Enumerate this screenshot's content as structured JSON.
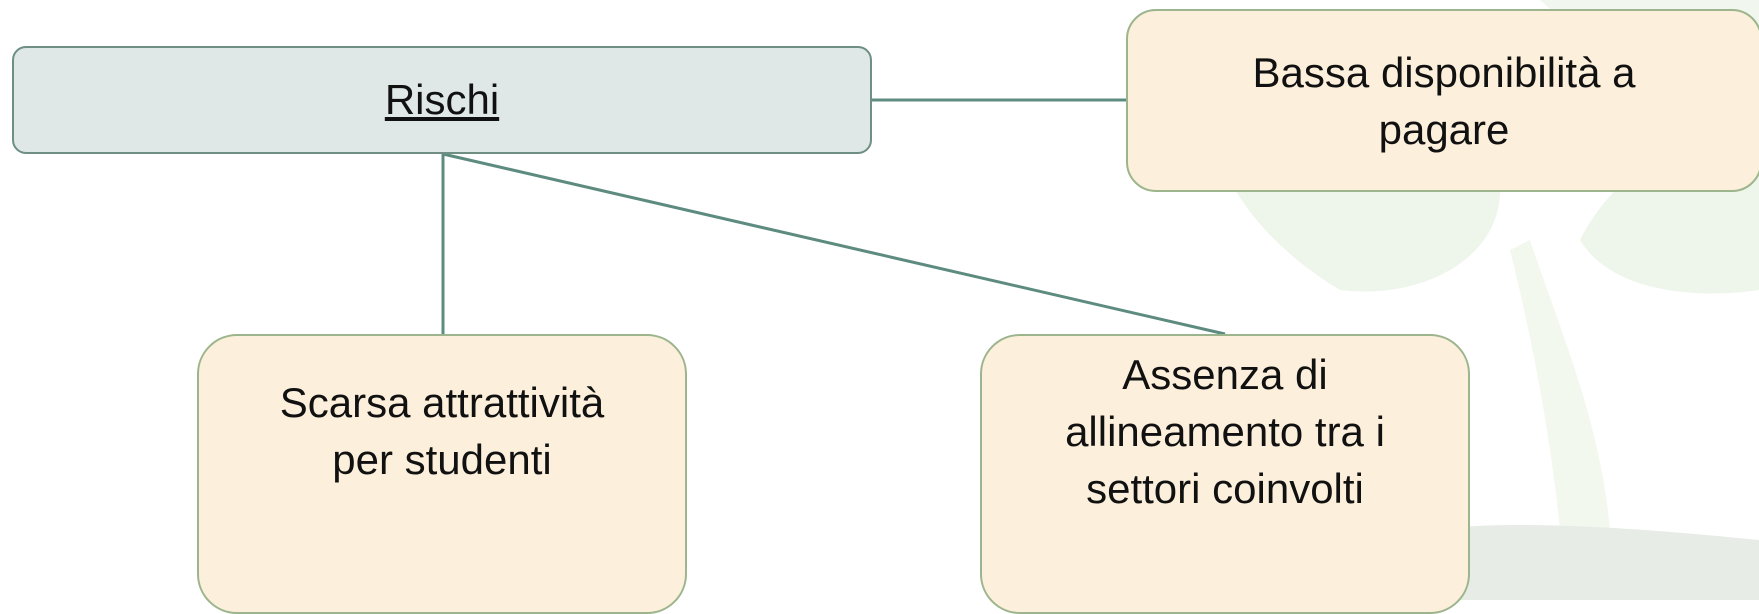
{
  "diagram": {
    "root": {
      "label": "Rischi"
    },
    "children": [
      {
        "lines": [
          "Bassa disponibilità a",
          "pagare"
        ]
      },
      {
        "lines": [
          "Scarsa attrattività",
          "per studenti"
        ]
      },
      {
        "lines": [
          "Assenza di",
          "allineamento tra i",
          "settori coinvolti"
        ]
      }
    ]
  },
  "colors": {
    "root_fill": "#dfe8e6",
    "root_border": "#6f8f85",
    "leaf_fill": "#fcefdb",
    "leaf_border": "#9db58c",
    "connector": "#5e8b80",
    "background_shape": "#eef5ea"
  }
}
